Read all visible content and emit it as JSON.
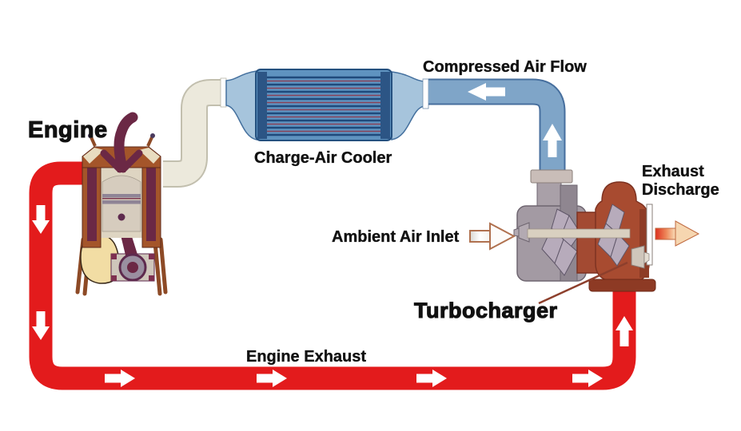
{
  "diagram": {
    "labels": {
      "engine": "Engine",
      "charge_air_cooler": "Charge-Air Cooler",
      "compressed_air_flow": "Compressed Air Flow",
      "exhaust_discharge_line1": "Exhaust",
      "exhaust_discharge_line2": "Discharge",
      "ambient_air_inlet": "Ambient Air Inlet",
      "turbocharger": "Turbocharger",
      "engine_exhaust": "Engine Exhaust"
    },
    "colors": {
      "exhaust_pipe_red": "#e31b1c",
      "compressed_air_blue": "#7fa5c8",
      "compressed_air_edge": "#476f9e",
      "charge_pipe_cream": "#ece9dc",
      "charge_pipe_edge": "#c2bfae",
      "cooler_core_blue": "#5f93c0",
      "cooler_end_cap_navy": "#2c5585",
      "cooler_funnel_blue": "#a6c4dc",
      "compressor_housing_gray": "#a39aa3",
      "turbine_housing_rust": "#a84b30",
      "turbine_flange_dark": "#8d3a24",
      "wheel_blade_mauve": "#b7abbb",
      "flow_arrow_white": "#ffffff",
      "label_text_black": "#111111",
      "background_white": "#ffffff"
    }
  }
}
